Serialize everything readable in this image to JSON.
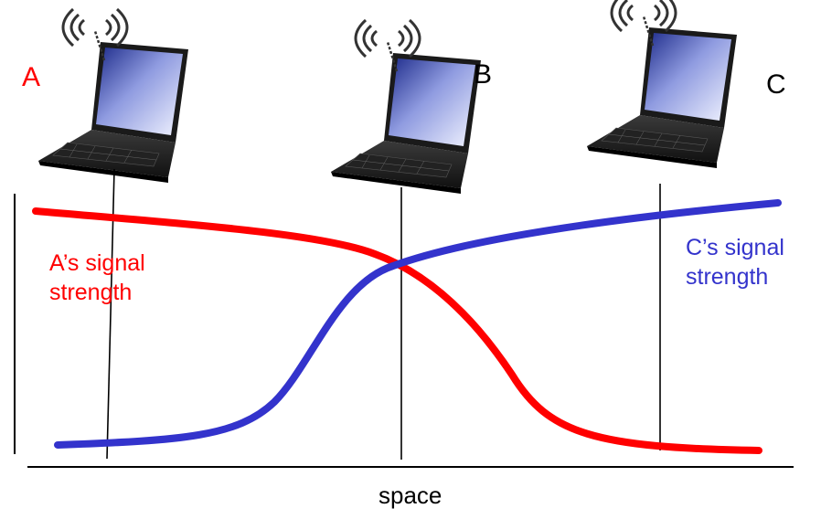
{
  "nodes": [
    {
      "id": "A",
      "label": "A",
      "label_color": "#ff0000"
    },
    {
      "id": "B",
      "label": "B",
      "label_color": "#000000"
    },
    {
      "id": "C",
      "label": "C",
      "label_color": "#000000"
    }
  ],
  "curves": {
    "a_signal": {
      "label_line1": "A’s signal",
      "label_line2": "strength",
      "color": "#ff0000"
    },
    "c_signal": {
      "label_line1": "C’s signal",
      "label_line2": "strength",
      "color": "#3333cc"
    }
  },
  "axis": {
    "x_label": "space"
  },
  "icons": {
    "laptop": "laptop-icon",
    "wifi": "wifi-signal-icon"
  }
}
